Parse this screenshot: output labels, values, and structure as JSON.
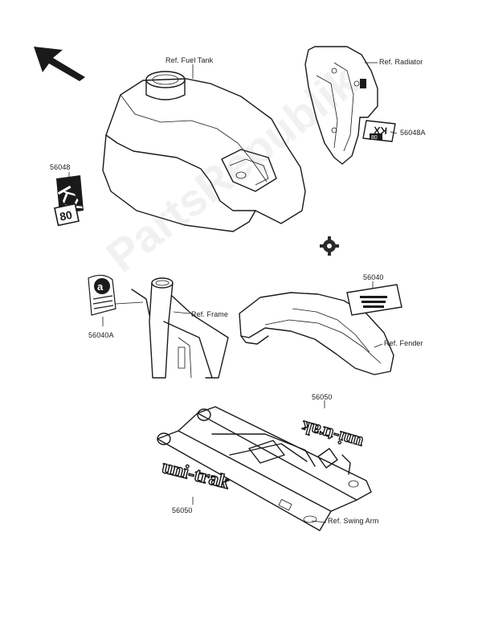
{
  "watermark": "PartsRepublik",
  "labels": {
    "fuel_tank": "Ref. Fuel Tank",
    "radiator": "Ref. Radiator",
    "frame": "Ref. Frame",
    "fender": "Ref. Fender",
    "swing_arm": "Ref. Swing Arm",
    "p56048": "56048",
    "p56048a": "56048A",
    "p56040": "56040",
    "p56040a": "56040A",
    "p56050_top": "56050",
    "p56050_bottom": "56050"
  },
  "decals": {
    "kx": "KX",
    "eighty": "80",
    "unitrak": "uni-trak",
    "a": "a"
  },
  "colors": {
    "ink": "#1a1a1a",
    "background": "#ffffff"
  }
}
